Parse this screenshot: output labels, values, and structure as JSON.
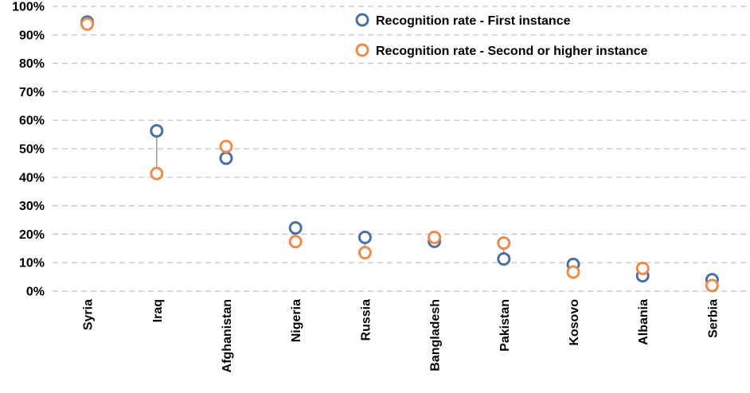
{
  "chart_data": {
    "type": "scatter",
    "categories": [
      "Syria",
      "Iraq",
      "Afghanistan",
      "Nigeria",
      "Russia",
      "Bangladesh",
      "Pakistan",
      "Kosovo",
      "Albania",
      "Serbia"
    ],
    "series": [
      {
        "name": "Recognition rate - First instance",
        "color": "#4a6fa5",
        "values": [
          94.5,
          56.3,
          46.7,
          22.2,
          18.9,
          17.5,
          11.3,
          9.4,
          5.4,
          4.0
        ]
      },
      {
        "name": "Recognition rate - Second or higher instance",
        "color": "#ed8a4c",
        "values": [
          93.8,
          41.3,
          50.8,
          17.4,
          13.5,
          18.9,
          16.9,
          6.7,
          8.0,
          2.0
        ]
      }
    ],
    "ylim": [
      0,
      100
    ],
    "yticks": [
      "0%",
      "10%",
      "20%",
      "30%",
      "40%",
      "50%",
      "60%",
      "70%",
      "80%",
      "90%",
      "100%"
    ],
    "ytick_values": [
      0,
      10,
      20,
      30,
      40,
      50,
      60,
      70,
      80,
      90,
      100
    ],
    "grid": true,
    "legend_position": "top-right",
    "connector_color": "#808080",
    "grid_color": "#bfbfbf"
  }
}
